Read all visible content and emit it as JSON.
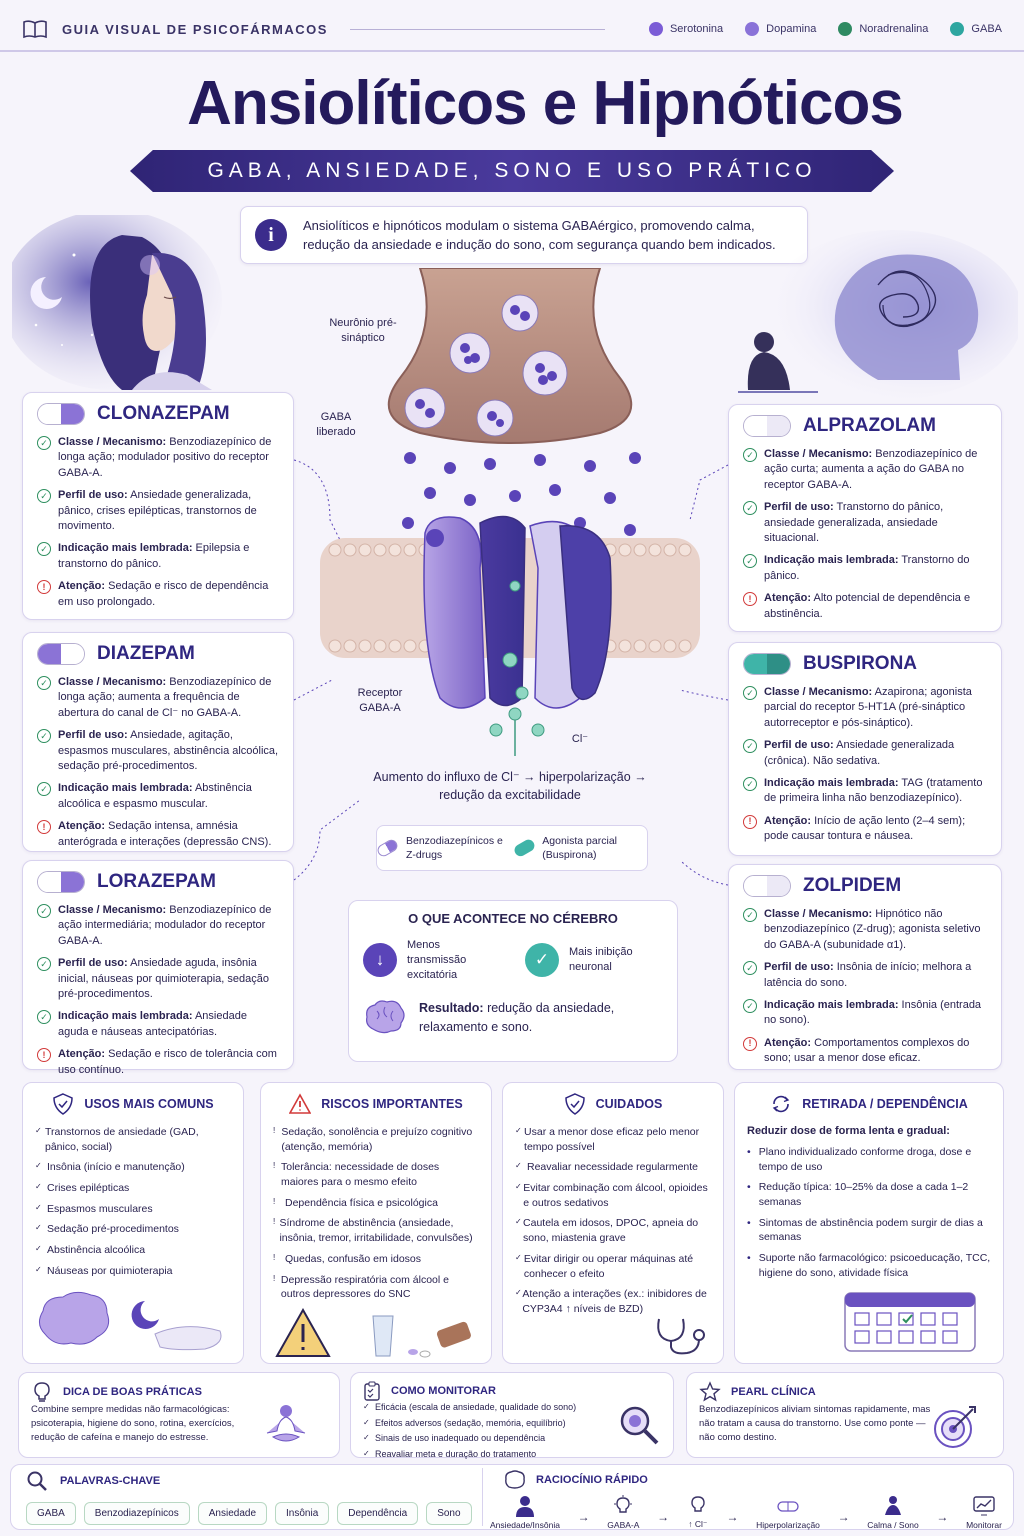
{
  "header": {
    "brand": "GUIA VISUAL DE PSICOFÁRMACOS",
    "legend": [
      {
        "label": "Serotonina",
        "color": "#7b5cd6"
      },
      {
        "label": "Dopamina",
        "color": "#8a72d8"
      },
      {
        "label": "Noradrenalina",
        "color": "#2f8a62"
      },
      {
        "label": "GABA",
        "color": "#2ea6a0"
      }
    ]
  },
  "title": "Ansiolíticos e Hipnóticos",
  "subtitle": "GABA, ANSIEDADE, SONO E USO PRÁTICO",
  "intro": {
    "icon": "i",
    "text": "Ansiolíticos e hipnóticos modulam o sistema GABAérgico, promovendo calma, redução da ansiedade e indução do sono, com segurança quando bem indicados."
  },
  "synapse": {
    "presynaptic": "Neurônio pré-sináptico",
    "gaba_released": "GABA liberado",
    "receptor": "Receptor GABA-A",
    "ion": "Cl⁻",
    "flux": "Aumento do influxo de Cl⁻ → hiperpolarização → redução da excitabilidade"
  },
  "key": {
    "item1": "Benzodiazepínicos e Z-drugs",
    "item2": "Agonista parcial (Buspirona)"
  },
  "drugs": {
    "clonazepam": {
      "name": "CLONAZEPAM",
      "class_label": "Classe / Mecanismo:",
      "class_text": " Benzodiazepínico de longa ação; modulador positivo do receptor GABA-A.",
      "use_label": "Perfil de uso:",
      "use_text": " Ansiedade generalizada, pânico, crises epilépticas, transtornos de movimento.",
      "ind_label": "Indicação mais lembrada:",
      "ind_text": " Epilepsia e transtorno do pânico.",
      "warn_label": "Atenção:",
      "warn_text": " Sedação e risco de dependência em uso prolongado."
    },
    "diazepam": {
      "name": "DIAZEPAM",
      "class_label": "Classe / Mecanismo:",
      "class_text": " Benzodiazepínico de longa ação; aumenta a frequência de abertura do canal de Cl⁻ no GABA-A.",
      "use_label": "Perfil de uso:",
      "use_text": " Ansiedade, agitação, espasmos musculares, abstinência alcoólica, sedação pré-procedimentos.",
      "ind_label": "Indicação mais lembrada:",
      "ind_text": " Abstinência alcoólica e espasmo muscular.",
      "warn_label": "Atenção:",
      "warn_text": " Sedação intensa, amnésia anterógrada e interações (depressão CNS)."
    },
    "lorazepam": {
      "name": "LORAZEPAM",
      "class_label": "Classe / Mecanismo:",
      "class_text": " Benzodiazepínico de ação intermediária; modulador do receptor GABA-A.",
      "use_label": "Perfil de uso:",
      "use_text": " Ansiedade aguda, insônia inicial, náuseas por quimioterapia, sedação pré-procedimentos.",
      "ind_label": "Indicação mais lembrada:",
      "ind_text": " Ansiedade aguda e náuseas antecipatórias.",
      "warn_label": "Atenção:",
      "warn_text": " Sedação e risco de tolerância com uso contínuo."
    },
    "alprazolam": {
      "name": "ALPRAZOLAM",
      "class_label": "Classe / Mecanismo:",
      "class_text": " Benzodiazepínico de ação curta; aumenta a ação do GABA no receptor GABA-A.",
      "use_label": "Perfil de uso:",
      "use_text": " Transtorno do pânico, ansiedade generalizada, ansiedade situacional.",
      "ind_label": "Indicação mais lembrada:",
      "ind_text": " Transtorno do pânico.",
      "warn_label": "Atenção:",
      "warn_text": " Alto potencial de dependência e abstinência."
    },
    "buspirona": {
      "name": "BUSPIRONA",
      "class_label": "Classe / Mecanismo:",
      "class_text": " Azapirona; agonista parcial do receptor 5-HT1A (pré-sináptico autorreceptor e pós-sináptico).",
      "use_label": "Perfil de uso:",
      "use_text": " Ansiedade generalizada (crônica). Não sedativa.",
      "ind_label": "Indicação mais lembrada:",
      "ind_text": " TAG (tratamento de primeira linha não benzodiazepínico).",
      "warn_label": "Atenção:",
      "warn_text": " Início de ação lento (2–4 sem); pode causar tontura e náusea."
    },
    "zolpidem": {
      "name": "ZOLPIDEM",
      "class_label": "Classe / Mecanismo:",
      "class_text": " Hipnótico não benzodiazepínico (Z-drug); agonista seletivo do GABA-A (subunidade α1).",
      "use_label": "Perfil de uso:",
      "use_text": " Insônia de início; melhora a latência do sono.",
      "ind_label": "Indicação mais lembrada:",
      "ind_text": " Insônia (entrada no sono).",
      "warn_label": "Atenção:",
      "warn_text": " Comportamentos complexos do sono; usar a menor dose eficaz."
    }
  },
  "brain": {
    "title": "O QUE ACONTECE NO CÉREBRO",
    "item1": "Menos transmissão excitatória",
    "item2": "Mais inibição neuronal",
    "result_label": "Resultado:",
    "result_text": " redução da ansiedade, relaxamento e sono."
  },
  "usos": {
    "title": "USOS MAIS COMUNS",
    "items": [
      "Transtornos de ansiedade (GAD, pânico, social)",
      "Insônia (início e manutenção)",
      "Crises epilépticas",
      "Espasmos musculares",
      "Sedação pré-procedimentos",
      "Abstinência alcoólica",
      "Náuseas por quimioterapia"
    ]
  },
  "riscos": {
    "title": "RISCOS IMPORTANTES",
    "items": [
      "Sedação, sonolência e prejuízo cognitivo (atenção, memória)",
      "Tolerância: necessidade de doses maiores para o mesmo efeito",
      "Dependência física e psicológica",
      "Síndrome de abstinência (ansiedade, insônia, tremor, irritabilidade, convulsões)",
      "Quedas, confusão em idosos",
      "Depressão respiratória com álcool e outros depressores do SNC"
    ]
  },
  "cuidados": {
    "title": "CUIDADOS",
    "items": [
      "Usar a menor dose eficaz pelo menor tempo possível",
      "Reavaliar necessidade regularmente",
      "Evitar combinação com álcool, opioides e outros sedativos",
      "Cautela em idosos, DPOC, apneia do sono, miastenia grave",
      "Evitar dirigir ou operar máquinas até conhecer o efeito",
      "Atenção a interações (ex.: inibidores de CYP3A4 ↑ níveis de BZD)"
    ]
  },
  "retirada": {
    "title": "RETIRADA / DEPENDÊNCIA",
    "lead": "Reduzir dose de forma lenta e gradual:",
    "items": [
      "Plano individualizado conforme droga, dose e tempo de uso",
      "Redução típica: 10–25% da dose a cada 1–2 semanas",
      "Sintomas de abstinência podem surgir de dias a semanas",
      "Suporte não farmacológico: psicoeducação, TCC, higiene do sono, atividade física"
    ]
  },
  "dica": {
    "title": "DICA DE BOAS PRÁTICAS",
    "text": "Combine sempre medidas não farmacológicas: psicoterapia, higiene do sono, rotina, exercícios, redução de cafeína e manejo do estresse."
  },
  "monitorar": {
    "title": "COMO MONITORAR",
    "items": [
      "Eficácia (escala de ansiedade, qualidade do sono)",
      "Efeitos adversos (sedação, memória, equilíbrio)",
      "Sinais de uso inadequado ou dependência",
      "Reavaliar meta e duração do tratamento"
    ]
  },
  "pearl": {
    "title": "PEARL CLÍNICA",
    "text": "Benzodiazepínicos aliviam sintomas rapidamente, mas não tratam a causa do transtorno. Use como ponte — não como destino."
  },
  "keywords": {
    "title": "PALAVRAS-CHAVE",
    "tags": [
      "GABA",
      "Benzodiazepínicos",
      "Ansiedade",
      "Insônia",
      "Dependência",
      "Sono"
    ]
  },
  "raciocinio": {
    "title": "RACIOCÍNIO RÁPIDO",
    "steps": [
      "Ansiedade/Insônia",
      "GABA-A",
      "↑ Cl⁻",
      "Hiperpolarização",
      "Calma / Sono",
      "Monitorar"
    ],
    "arrow": "→"
  }
}
